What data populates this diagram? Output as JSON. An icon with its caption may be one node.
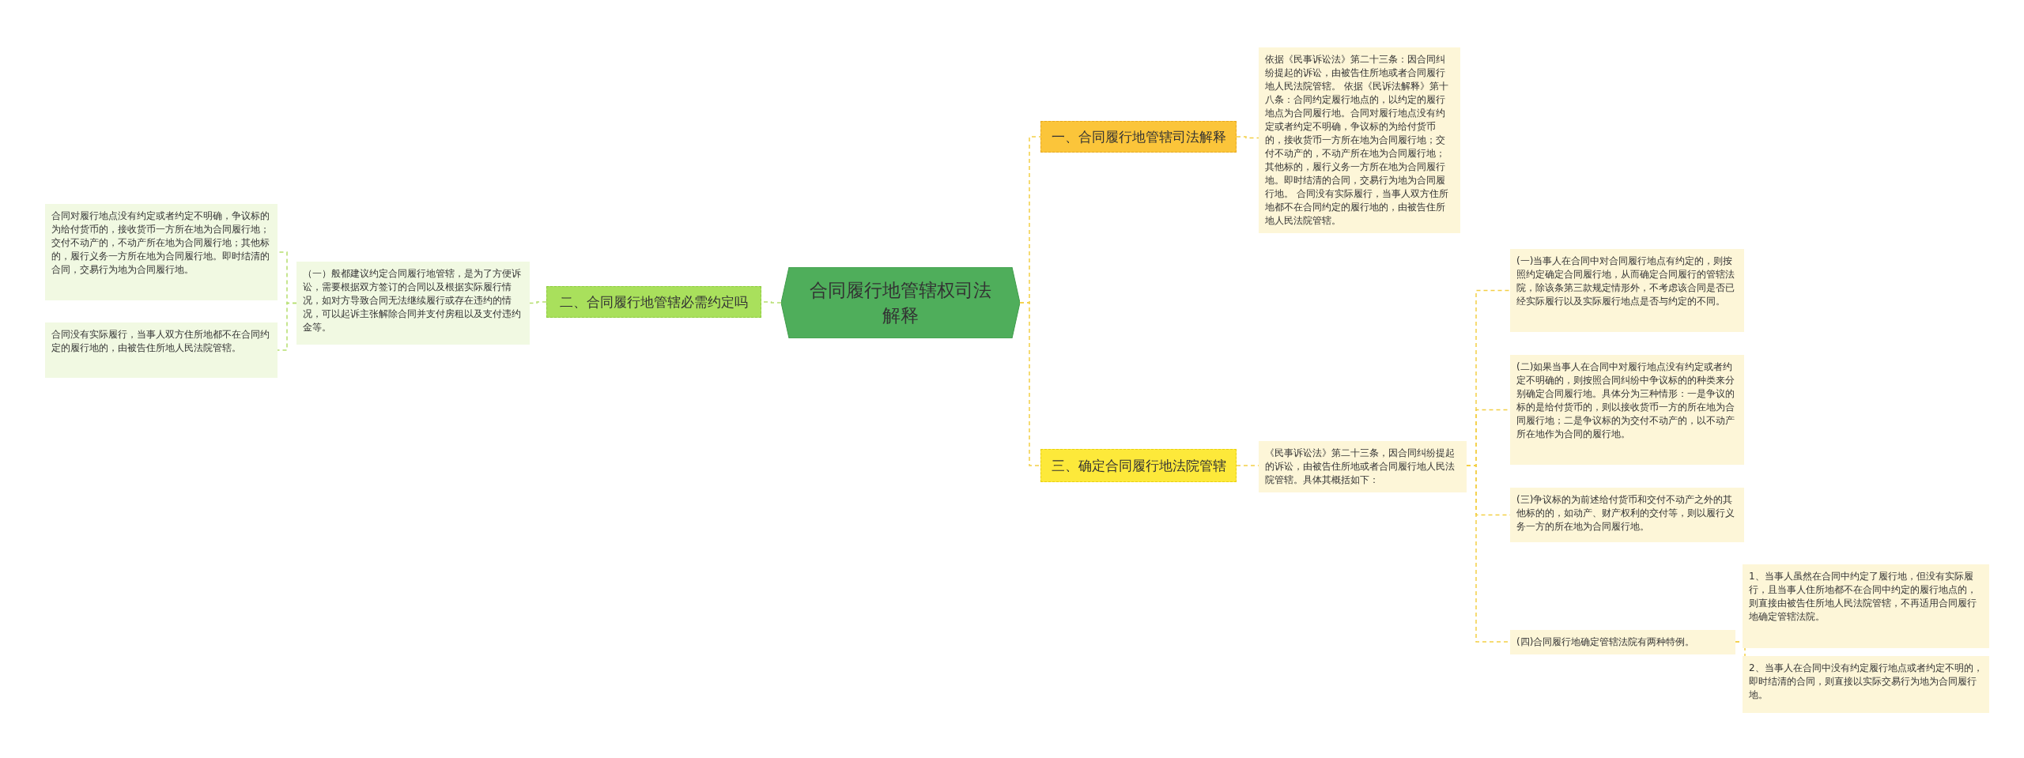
{
  "diagram": {
    "nodes": [
      {
        "text": [
          "合同履行地管辖权司法解释"
        ]
      },
      {
        "text": [
          "一、合同履行地管辖司法解释"
        ]
      },
      {
        "text": [
          "依据《民事诉讼法》第二十三条：因合同纠纷提起的诉讼，由被告住所地或者合同履行地人民法院管辖。 依据《民诉法解释》第十八条：合同约定履行地点的，以约定的履行地点为合同履行地。合同对履行地点没有约定或者约定不明确，争议标的为给付货币的，接收货币一方所在地为合同履行地；交付不动产的，不动产所在地为合同履行地；其他标的，履行义务一方所在地为合同履行地。即时结清的合同，交易行为地为合同履行地。 合同没有实际履行，当事人双方住所地都不在合同约定的履行地的，由被告住所地人民法院管辖。"
        ]
      },
      {
        "text": [
          "二、合同履行地管辖必需约定吗"
        ]
      },
      {
        "text": [
          "（一）般都建议约定合同履行地管辖，是为了方便诉讼，需要根据双方签订的合同以及根据实际履行情况，如对方导致合同无法继续履行或存在违约的情况，可以起诉主张解除合同并支付房租以及支付违约金等。"
        ]
      },
      {
        "text": [
          "合同对履行地点没有约定或者约定不明确，争议标的为给付货币的，接收货币一方所在地为合同履行地；交付不动产的，不动产所在地为合同履行地；其他标的，履行义务一方所在地为合同履行地。即时结清的合同，交易行为地为合同履行地。"
        ]
      },
      {
        "text": [
          "合同没有实际履行，当事人双方住所地都不在合同约定的履行地的，由被告住所地人民法院管辖。"
        ]
      },
      {
        "text": [
          "三、确定合同履行地法院管辖"
        ]
      },
      {
        "text": [
          "《民事诉讼法》第二十三条，因合同纠纷提起的诉讼，由被告住所地或者合同履行地人民法院管辖。具体其概括如下："
        ]
      },
      {
        "text": [
          "(一)当事人在合同中对合同履行地点有约定的，则按照约定确定合同履行地，从而确定合同履行的管辖法院，除该条第三款规定情形外，不考虑该合同是否已经实际履行以及实际履行地点是否与约定的不同。"
        ]
      },
      {
        "text": [
          "(二)如果当事人在合同中对履行地点没有约定或者约定不明确的，则按照合同纠纷中争议标的的种类来分别确定合同履行地。具体分为三种情形：一是争议的标的是给付货币的，则以接收货币一方的所在地为合同履行地；二是争议标的为交付不动产的，以不动产所在地作为合同的履行地。"
        ]
      },
      {
        "text": [
          "(三)争议标的为前述给付货币和交付不动产之外的其他标的的，如动产、财产权利的交付等，则以履行义务一方的所在地为合同履行地。"
        ]
      },
      {
        "text": [
          "(四)合同履行地确定管辖法院有两种特例。"
        ]
      },
      {
        "text": [
          "1、当事人虽然在合同中约定了履行地，但没有实际履行，且当事人住所地都不在合同中约定的履行地点的，则直接由被告住所地人民法院管辖，不再适用合同履行地确定管辖法院。"
        ]
      },
      {
        "text": [
          "2、当事人在合同中没有约定履行地点或者约定不明的，即时结清的合同，则直接以实际交易行为地为合同履行地。"
        ]
      }
    ],
    "edges": [
      {
        "from": 0,
        "to": 1,
        "arrow": "none"
      },
      {
        "from": 1,
        "to": 2,
        "arrow": "none"
      },
      {
        "from": 0,
        "to": 3,
        "arrow": "none",
        "color": "#b5de6e"
      },
      {
        "from": 3,
        "to": 4,
        "arrow": "none",
        "color": "#b5de6e"
      },
      {
        "from": 4,
        "to": 5,
        "arrow": "none",
        "color": "#b5de6e"
      },
      {
        "from": 4,
        "to": 6,
        "arrow": "none",
        "color": "#b5de6e"
      },
      {
        "from": 0,
        "to": 7,
        "arrow": "none"
      },
      {
        "from": 7,
        "to": 8,
        "arrow": "none"
      },
      {
        "from": 8,
        "to": 9,
        "arrow": "none"
      },
      {
        "from": 8,
        "to": 10,
        "arrow": "none"
      },
      {
        "from": 8,
        "to": 11,
        "arrow": "none"
      },
      {
        "from": 8,
        "to": 12,
        "arrow": "none"
      },
      {
        "from": 12,
        "to": 13,
        "arrow": "none"
      },
      {
        "from": 12,
        "to": 14,
        "arrow": "none"
      }
    ]
  }
}
